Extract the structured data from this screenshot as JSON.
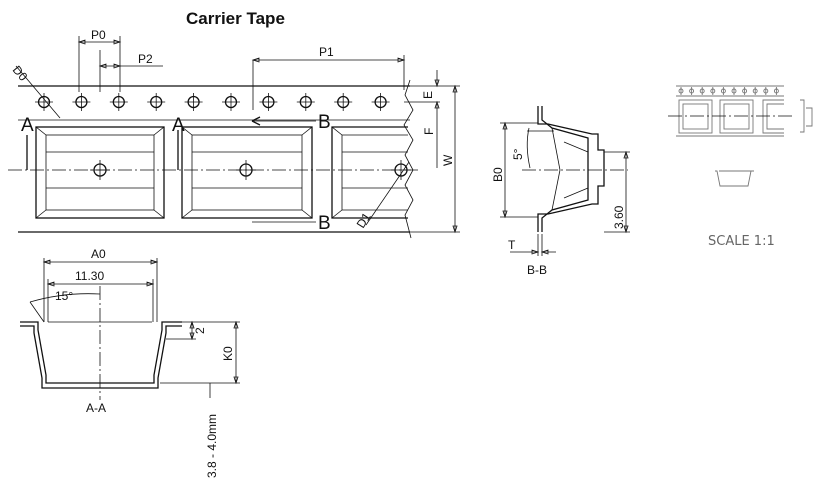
{
  "title": "Carrier Tape",
  "labels": {
    "p0": "P0",
    "p2": "P2",
    "p1": "P1",
    "d0": "D0",
    "d1": "D1",
    "e": "E",
    "f": "F",
    "w": "W",
    "a_left": "A",
    "a_mid": "A",
    "b_top": "B",
    "b_bottom": "B",
    "a0": "A0",
    "dim_1130": "11.30",
    "angle_15": "15°",
    "dim_2": "2",
    "k0": "K0",
    "section_aa": "A-A",
    "thickness": "3.8 - 4.0mm",
    "b0": "B0",
    "angle_5": "5°",
    "dim_360": "3.60",
    "t": "T",
    "section_bb": "B-B",
    "scale": "SCALE 1:1"
  }
}
